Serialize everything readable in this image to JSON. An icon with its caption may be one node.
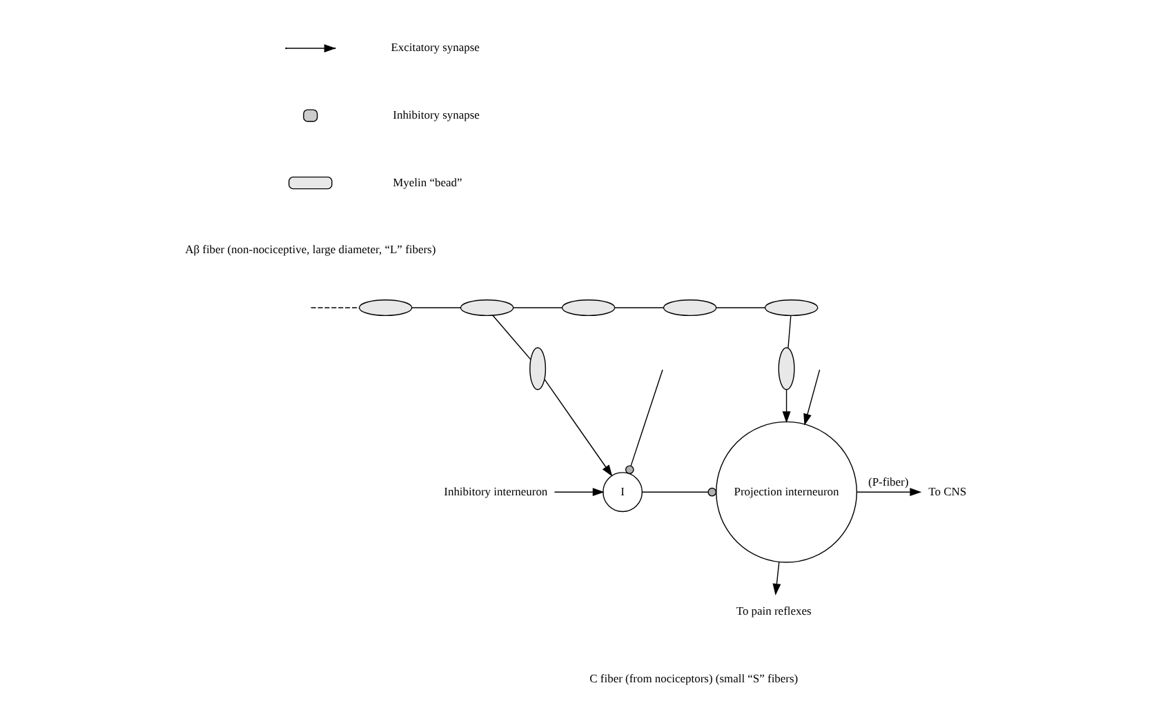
{
  "diagram": {
    "nodes": [
      {
        "text": [],
        "shape": "ellipse"
      },
      {
        "text": [],
        "shape": "ellipse"
      },
      {
        "text": [],
        "shape": "ellipse"
      },
      {
        "text": [],
        "shape": "ellipse"
      },
      {
        "text": [],
        "shape": "ellipse"
      },
      {
        "text": [],
        "shape": "ellipse"
      },
      {
        "text": [],
        "shape": "ellipse"
      },
      {
        "text": [
          "Inhibitory interneuron"
        ]
      },
      {
        "text": [
          "I"
        ]
      },
      {
        "text": [
          "Projection interneuron"
        ]
      },
      {
        "text": [
          "To CNS"
        ]
      },
      {
        "text": [
          "To pain reflexes"
        ]
      }
    ],
    "edges": [
      {
        "from": null,
        "to": 0,
        "arrow": "none",
        "style": "dashed"
      },
      {
        "from": 0,
        "to": 1,
        "arrow": "none"
      },
      {
        "from": 1,
        "to": 2,
        "arrow": "none"
      },
      {
        "from": 2,
        "to": 3,
        "arrow": "none"
      },
      {
        "from": 3,
        "to": 4,
        "arrow": "none"
      },
      {
        "from": 1,
        "to": 5,
        "arrow": "none"
      },
      {
        "from": 4,
        "to": 6,
        "arrow": "none"
      },
      {
        "from": 5,
        "to": 8,
        "arrow": "to"
      },
      {
        "from": 6,
        "to": 9,
        "arrow": "to"
      },
      {
        "from": 7,
        "to": 8,
        "arrow": "to"
      },
      {
        "from": 8,
        "to": 9,
        "arrow": "other"
      },
      {
        "from": null,
        "to": 8,
        "arrow": "other"
      },
      {
        "from": null,
        "to": 9,
        "arrow": "to"
      },
      {
        "from": 9,
        "to": 10,
        "label": "(P-fiber)",
        "arrow": "to"
      },
      {
        "from": 9,
        "to": 11,
        "arrow": "to"
      }
    ],
    "labels": [
      "Aβ fiber (non-nociceptive, large diameter, “L” fibers)",
      "C fiber (from nociceptors) (small “S” fibers)"
    ],
    "legend": [
      {
        "text": "Excitatory synapse"
      },
      {
        "text": "Inhibitory synapse"
      },
      {
        "text": "Myelin “bead”"
      }
    ]
  }
}
